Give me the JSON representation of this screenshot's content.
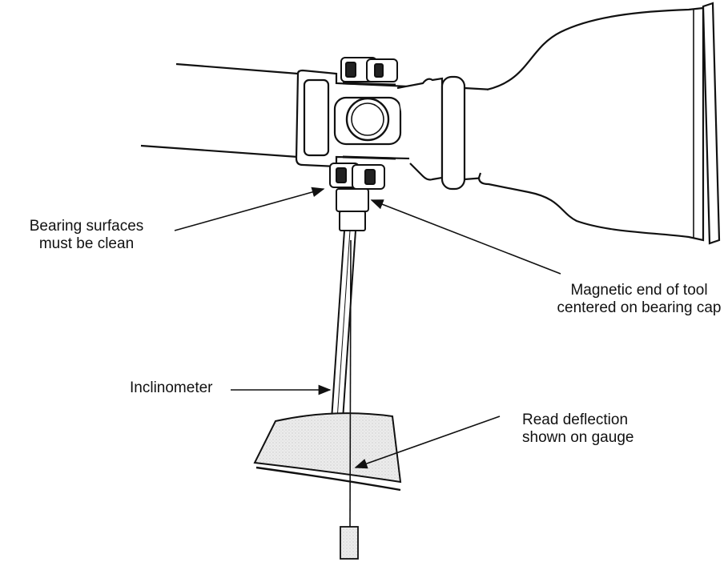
{
  "callouts": {
    "bearing_surfaces": {
      "line1": "Bearing surfaces",
      "line2": "must be clean"
    },
    "magnetic_end": {
      "line1": "Magnetic end of tool",
      "line2": "centered on bearing cap"
    },
    "inclinometer": "Inclinometer",
    "read_deflection": {
      "line1": "Read deflection",
      "line2": "shown on gauge"
    }
  },
  "colors": {
    "stroke": "#111111",
    "gauge_fill": "#e6e6e6",
    "background": "#ffffff"
  }
}
